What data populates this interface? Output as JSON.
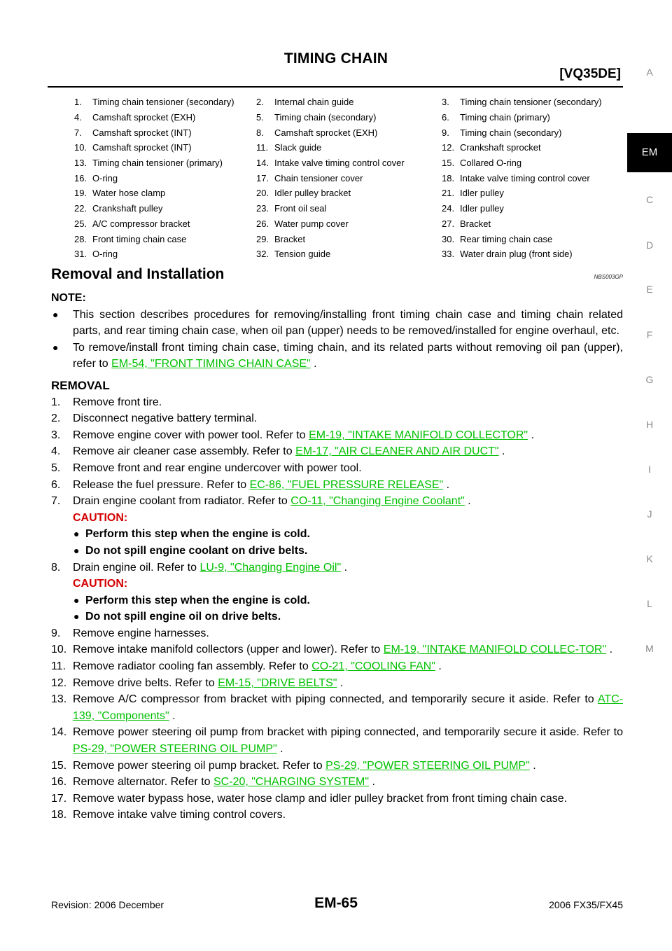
{
  "header": {
    "title": "TIMING CHAIN",
    "subtitle": "[VQ35DE]"
  },
  "parts": [
    [
      "1.",
      "Timing chain tensioner (secondary)",
      "2.",
      "Internal chain guide",
      "3.",
      "Timing chain tensioner (secondary)"
    ],
    [
      "4.",
      "Camshaft sprocket (EXH)",
      "5.",
      "Timing chain (secondary)",
      "6.",
      "Timing chain (primary)"
    ],
    [
      "7.",
      "Camshaft sprocket (INT)",
      "8.",
      "Camshaft sprocket (EXH)",
      "9.",
      "Timing chain (secondary)"
    ],
    [
      "10.",
      "Camshaft sprocket (INT)",
      "11.",
      "Slack guide",
      "12.",
      "Crankshaft sprocket"
    ],
    [
      "13.",
      "Timing chain tensioner (primary)",
      "14.",
      "Intake valve timing control cover",
      "15.",
      "Collared O-ring"
    ],
    [
      "16.",
      "O-ring",
      "17.",
      "Chain tensioner cover",
      "18.",
      "Intake valve timing control cover"
    ],
    [
      "19.",
      "Water hose clamp",
      "20.",
      "Idler pulley bracket",
      "21.",
      "Idler pulley"
    ],
    [
      "22.",
      "Crankshaft pulley",
      "23.",
      "Front oil seal",
      "24.",
      "Idler pulley"
    ],
    [
      "25.",
      "A/C compressor bracket",
      "26.",
      "Water pump cover",
      "27.",
      "Bracket"
    ],
    [
      "28.",
      "Front timing chain case",
      "29.",
      "Bracket",
      "30.",
      "Rear timing chain case"
    ],
    [
      "31.",
      "O-ring",
      "32.",
      "Tension guide",
      "33.",
      "Water drain plug (front side)"
    ]
  ],
  "section": {
    "title": "Removal and Installation",
    "code": "NBS003GP"
  },
  "note": {
    "heading": "NOTE:",
    "b1": "This section describes procedures for removing/installing front timing chain case and timing chain related parts, and rear timing chain case, when oil pan (upper) needs to be removed/installed for engine overhaul, etc.",
    "b2_pre": "To remove/install front timing chain case, timing chain, and its related parts without removing oil pan (upper), refer to ",
    "b2_link": "EM-54, \"FRONT TIMING CHAIN CASE\"",
    "b2_post": " ."
  },
  "removal": {
    "heading": "REMOVAL",
    "s1": "Remove front tire.",
    "s2": "Disconnect negative battery terminal.",
    "s3": "Remove engine cover with power tool. Refer to ",
    "s3_link": "EM-19, \"INTAKE MANIFOLD COLLECTOR\"",
    "s4": "Remove air cleaner case assembly. Refer to ",
    "s4_link": "EM-17, \"AIR CLEANER AND AIR DUCT\"",
    "s5": "Remove front and rear engine undercover with power tool.",
    "s6": "Release the fuel pressure. Refer to ",
    "s6_link": "EC-86, \"FUEL PRESSURE RELEASE\"",
    "s7": "Drain engine coolant from radiator. Refer to ",
    "s7_link": "CO-11, \"Changing Engine Coolant\"",
    "caution": "CAUTION:",
    "c7a": "Perform this step when the engine is cold.",
    "c7b": "Do not spill engine coolant on drive belts.",
    "s8": "Drain engine oil. Refer to ",
    "s8_link": "LU-9, \"Changing Engine Oil\"",
    "c8a": "Perform this step when the engine is cold.",
    "c8b": "Do not spill engine oil on drive belts.",
    "s9": "Remove engine harnesses.",
    "s10": "Remove intake manifold collectors (upper and lower). Refer to ",
    "s10_link": "EM-19, \"INTAKE MANIFOLD COLLEC-TOR\"",
    "s11": "Remove radiator cooling fan assembly. Refer to ",
    "s11_link": "CO-21, \"COOLING FAN\"",
    "s12": "Remove drive belts. Refer to ",
    "s12_link": "EM-15, \"DRIVE BELTS\"",
    "s13": "Remove A/C compressor from bracket with piping connected, and temporarily secure it aside. Refer to ",
    "s13_link": "ATC-139, \"Components\"",
    "s14": "Remove power steering oil pump from bracket with piping connected, and temporarily secure it aside. Refer to ",
    "s14_link": "PS-29, \"POWER STEERING OIL PUMP\"",
    "s15": "Remove power steering oil pump bracket. Refer to ",
    "s15_link": "PS-29, \"POWER STEERING OIL PUMP\"",
    "s16": "Remove alternator. Refer to ",
    "s16_link": "SC-20, \"CHARGING SYSTEM\"",
    "s17": "Remove water bypass hose, water hose clamp and idler pulley bracket from front timing chain case.",
    "s18": "Remove intake valve timing control covers.",
    "period": " ."
  },
  "side_tabs": [
    "A",
    "EM",
    "C",
    "D",
    "E",
    "F",
    "G",
    "H",
    "I",
    "J",
    "K",
    "L",
    "M"
  ],
  "footer": {
    "revision": "Revision: 2006 December",
    "page": "EM-65",
    "model": "2006 FX35/FX45"
  }
}
